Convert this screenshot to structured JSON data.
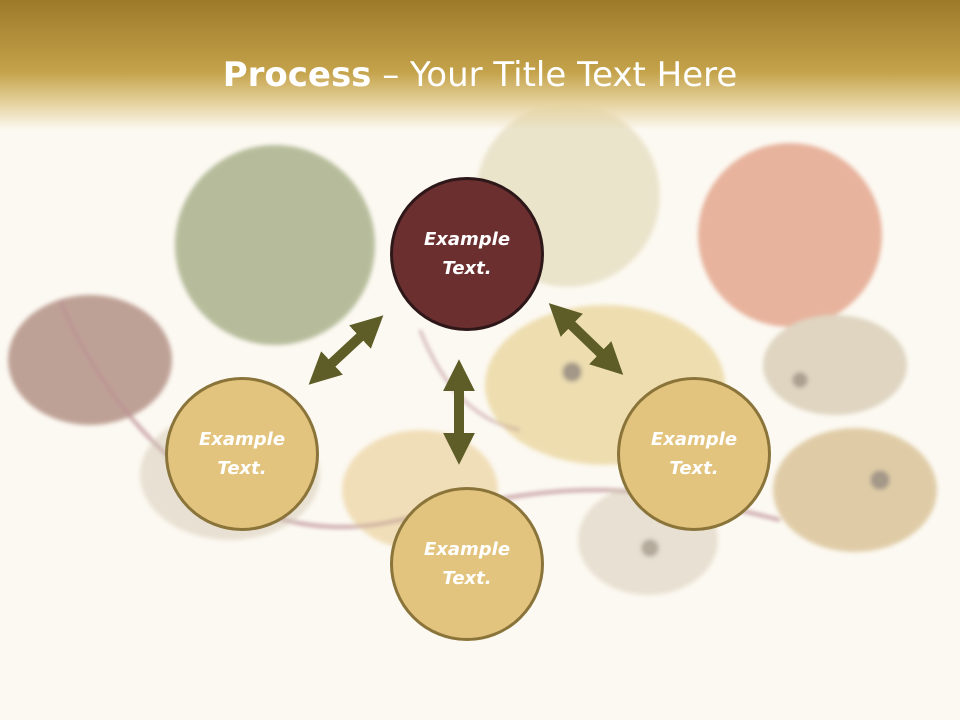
{
  "slide": {
    "title_bold": "Process",
    "title_rest": " – Your Title Text Here",
    "colors": {
      "header_gold": "#b8963c",
      "node_dark": "#6b2f30",
      "node_light": "#e3c47e",
      "node_light_border": "#8a743a",
      "arrow": "#5e5d27"
    },
    "nodes": [
      {
        "id": "top",
        "label": "Example\nText."
      },
      {
        "id": "left",
        "label": "Example\nText."
      },
      {
        "id": "bottom",
        "label": "Example\nText."
      },
      {
        "id": "right",
        "label": "Example\nText."
      }
    ]
  }
}
